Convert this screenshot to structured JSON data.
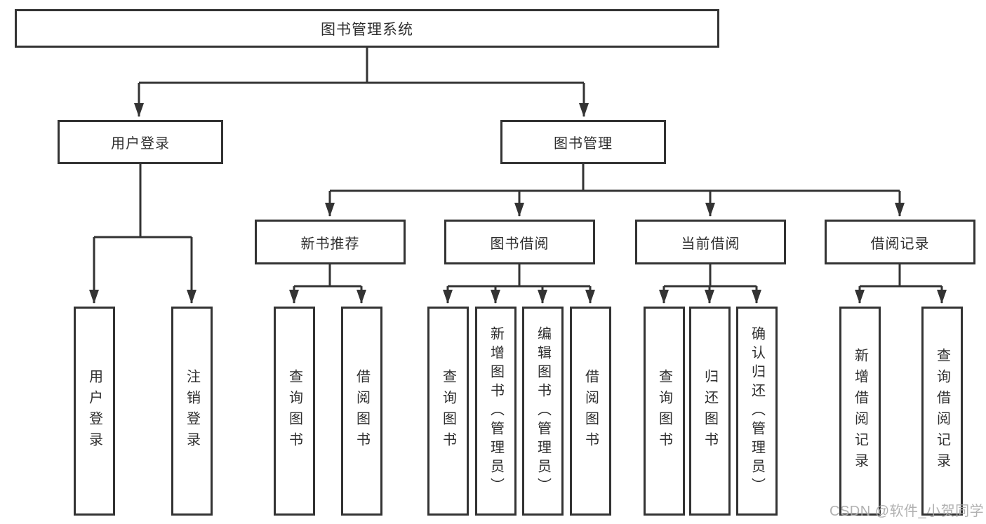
{
  "tree": {
    "root": {
      "label": "图书管理系统"
    },
    "branches": [
      {
        "label": "用户登录",
        "children": [
          {
            "label": "用户登录"
          },
          {
            "label": "注销登录"
          }
        ]
      },
      {
        "label": "图书管理",
        "groups": [
          {
            "label": "新书推荐",
            "children": [
              {
                "label": "查询图书"
              },
              {
                "label": "借阅图书"
              }
            ]
          },
          {
            "label": "图书借阅",
            "children": [
              {
                "label": "查询图书"
              },
              {
                "label": "新增图书（管理员）"
              },
              {
                "label": "编辑图书（管理员）"
              },
              {
                "label": "借阅图书"
              }
            ]
          },
          {
            "label": "当前借阅",
            "children": [
              {
                "label": "查询图书"
              },
              {
                "label": "归还图书"
              },
              {
                "label": "确认归还（管理员）"
              }
            ]
          },
          {
            "label": "借阅记录",
            "children": [
              {
                "label": "新增借阅记录"
              },
              {
                "label": "查询借阅记录"
              }
            ]
          }
        ]
      }
    ]
  },
  "watermark": {
    "text": "CSDN @软件_小贺同学"
  },
  "colors": {
    "line": "#333333",
    "text": "#2e2e2e",
    "box_background": "#ffffff",
    "watermark": "#a8a8a8",
    "page_background": "#ffffff"
  }
}
